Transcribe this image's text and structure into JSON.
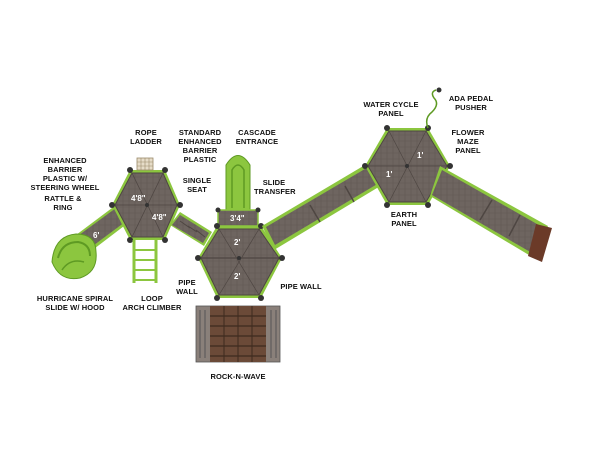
{
  "diagram": {
    "labels": {
      "rope_ladder": "ROPE\nLADDER",
      "standard_barrier": "STANDARD\nENHANCED\nBARRIER\nPLASTIC",
      "cascade_entrance": "CASCADE\nENTRANCE",
      "enhanced_barrier": "ENHANCED BARRIER\nPLASTIC W/\nSTEERING WHEEL",
      "rattle_ring": "RATTLE & RING",
      "single_seat": "SINGLE\nSEAT",
      "slide_transfer": "SLIDE\nTRANSFER",
      "water_cycle": "WATER CYCLE\nPANEL",
      "ada_pedal": "ADA PEDAL\nPUSHER",
      "flower_maze": "FLOWER MAZE\nPANEL",
      "earth_panel": "EARTH\nPANEL",
      "pipe_wall_left": "PIPE\nWALL",
      "pipe_wall_right": "PIPE WALL",
      "hurricane_spiral": "HURRICANE SPIRAL\nSLIDE W/ HOOD",
      "loop_arch": "LOOP\nARCH CLIMBER",
      "rock_n_wave": "ROCK-N-WAVE"
    },
    "heights": {
      "left_deck_top": "4'8\"",
      "left_deck_bottom": "4'8\"",
      "slide_height": "6'",
      "transfer_height": "3'4\"",
      "center_deck_top": "2'",
      "center_deck_bottom": "2'",
      "right_deck_left": "1'",
      "right_deck_right": "1'"
    },
    "colors": {
      "deck": "#6e6560",
      "deck_dark": "#4e4642",
      "green": "#8cc63f",
      "green_dark": "#5e9a23",
      "rail": "#5a3e2e",
      "post": "#333333"
    }
  }
}
